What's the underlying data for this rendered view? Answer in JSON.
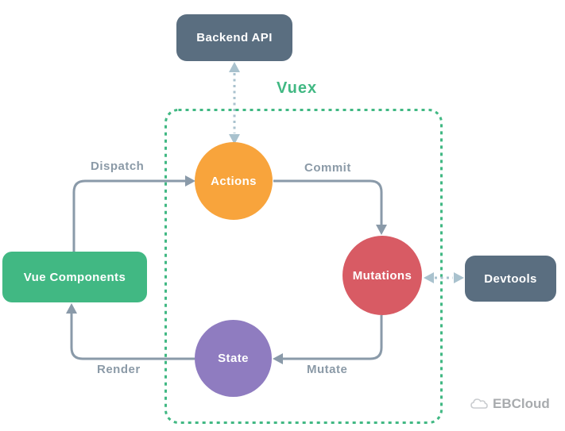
{
  "diagram": {
    "title": "Vuex",
    "nodes": {
      "backend_api": {
        "label": "Backend API"
      },
      "vue_components": {
        "label": "Vue Components"
      },
      "actions": {
        "label": "Actions"
      },
      "mutations": {
        "label": "Mutations"
      },
      "state": {
        "label": "State"
      },
      "devtools": {
        "label": "Devtools"
      }
    },
    "edges": {
      "dispatch": {
        "label": "Dispatch",
        "from": "vue_components",
        "to": "actions",
        "style": "solid"
      },
      "commit": {
        "label": "Commit",
        "from": "actions",
        "to": "mutations",
        "style": "solid"
      },
      "mutate": {
        "label": "Mutate",
        "from": "mutations",
        "to": "state",
        "style": "solid"
      },
      "render": {
        "label": "Render",
        "from": "state",
        "to": "vue_components",
        "style": "solid"
      },
      "backend_link": {
        "label": "",
        "from": "actions",
        "to": "backend_api",
        "style": "dashed-bidirectional"
      },
      "devtools_link": {
        "label": "",
        "from": "mutations",
        "to": "devtools",
        "style": "dashed-bidirectional"
      }
    },
    "colors": {
      "green": "#41b883",
      "orange": "#f8a43c",
      "red": "#d85b64",
      "purple": "#8f7cc0",
      "slate": "#5a6e80",
      "solid_line": "#8a9aa9",
      "dashed_line": "#a9c2ce",
      "edge_label": "#8b9aa7"
    }
  },
  "watermark": {
    "label": "EBCloud"
  }
}
